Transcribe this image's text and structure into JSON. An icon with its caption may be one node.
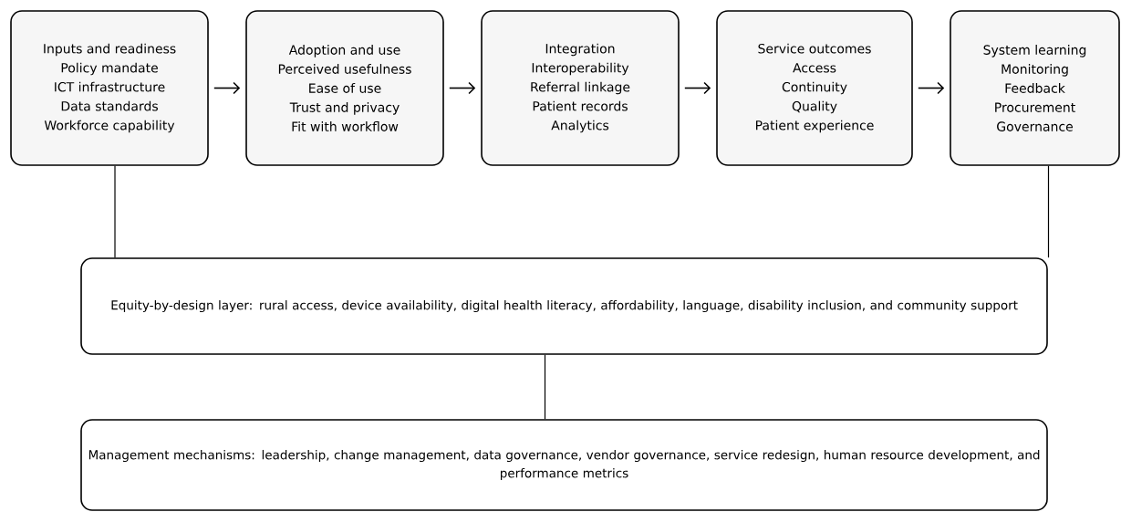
{
  "diagram": {
    "nodes": [
      {
        "text": [
          "Inputs and readiness",
          "Policy mandate",
          "ICT infrastructure",
          "Data standards",
          "Workforce capability"
        ]
      },
      {
        "text": [
          "Adoption and use",
          "Perceived usefulness",
          "Ease of use",
          "Trust and privacy",
          "Fit with workflow"
        ]
      },
      {
        "text": [
          "Integration",
          "Interoperability",
          "Referral linkage",
          "Patient records",
          "Analytics"
        ]
      },
      {
        "text": [
          "Service outcomes",
          "Access",
          "Continuity",
          "Quality",
          "Patient experience"
        ]
      },
      {
        "text": [
          "System learning",
          "Monitoring",
          "Feedback",
          "Procurement",
          "Governance"
        ]
      },
      {
        "text": [
          "Equity-by-design layer: rural access, device availability, digital health literacy, affordability, language, disability inclusion, and community support"
        ]
      },
      {
        "text": [
          "Management mechanisms: leadership, change management, data governance, vendor governance, service redesign, human resource development, and performance metrics"
        ]
      }
    ],
    "edges": [
      {
        "from": 0,
        "to": 1,
        "arrow": "to"
      },
      {
        "from": 1,
        "to": 2,
        "arrow": "to"
      },
      {
        "from": 2,
        "to": 3,
        "arrow": "to"
      },
      {
        "from": 3,
        "to": 4,
        "arrow": "to"
      },
      {
        "from": 0,
        "to": 5,
        "arrow": "none"
      },
      {
        "from": 4,
        "to": 5,
        "arrow": "none"
      },
      {
        "from": 5,
        "to": 6,
        "arrow": "none"
      }
    ]
  }
}
